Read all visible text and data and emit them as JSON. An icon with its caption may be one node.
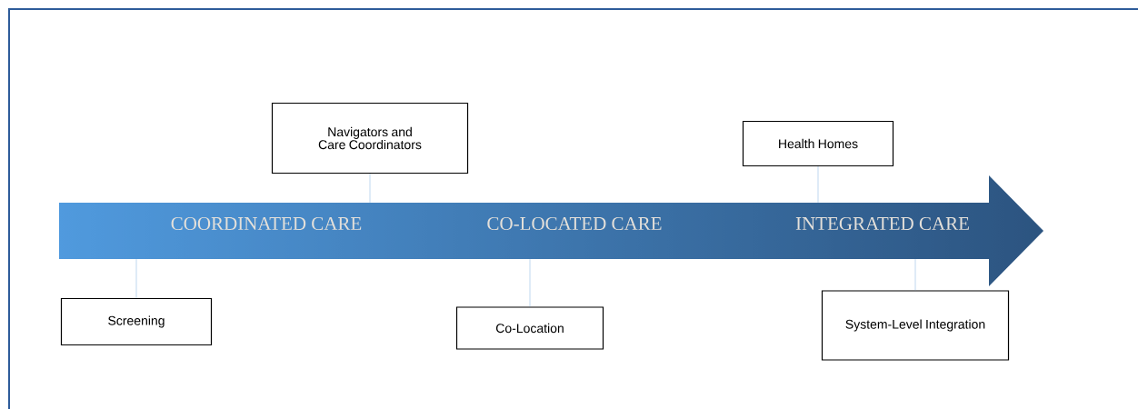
{
  "diagram": {
    "nodes": [
      {
        "text": [
          "COORDINATED CARE",
          "CO-LOCATED CARE",
          "INTEGRATED CARE"
        ]
      },
      {
        "text": [
          "Navigators and Care Coordinators"
        ]
      },
      {
        "text": [
          "Health Homes"
        ]
      },
      {
        "text": [
          "Screening"
        ]
      },
      {
        "text": [
          "Co-Location"
        ]
      },
      {
        "text": [
          "System-Level Integration"
        ]
      }
    ],
    "edges": [
      {
        "from": 1,
        "to": 0,
        "arrow": "none",
        "color": "#5b9bd5"
      },
      {
        "from": 2,
        "to": 0,
        "arrow": "none",
        "color": "#5b9bd5"
      },
      {
        "from": 3,
        "to": 0,
        "arrow": "none",
        "color": "#5b9bd5"
      },
      {
        "from": 4,
        "to": 0,
        "arrow": "none",
        "color": "#5b9bd5"
      },
      {
        "from": 5,
        "to": 0,
        "arrow": "none",
        "color": "#5b9bd5"
      }
    ]
  }
}
